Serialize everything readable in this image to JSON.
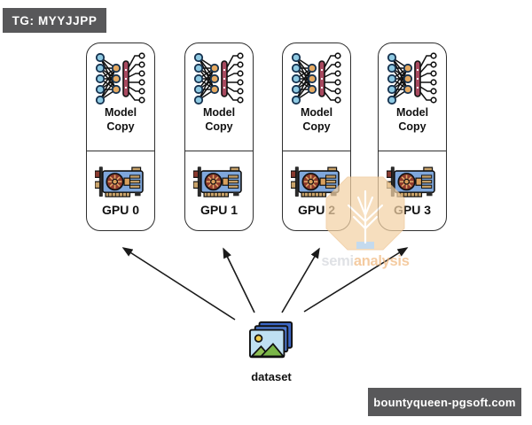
{
  "badges": {
    "top_left": "TG: MYYJJPP",
    "bottom_right": "bountyqueen-pgsoft.com"
  },
  "diagram": {
    "nodes": [
      {
        "model_label": "Model Copy",
        "gpu_label": "GPU 0"
      },
      {
        "model_label": "Model Copy",
        "gpu_label": "GPU 1"
      },
      {
        "model_label": "Model Copy",
        "gpu_label": "GPU 2"
      },
      {
        "model_label": "Model Copy",
        "gpu_label": "GPU 3"
      }
    ],
    "dataset_label": "dataset",
    "icons": {
      "model": "neural-network-icon",
      "gpu": "gpu-card-icon",
      "dataset": "image-stack-icon"
    }
  },
  "watermark": {
    "brand_light": "semi",
    "brand_accent": "analysis"
  },
  "colors": {
    "badge_bg": "#58585a",
    "box_border": "#2f2f2f",
    "arrow": "#1a1a1a",
    "node_blue": "#8ec9e2",
    "node_orange": "#e5a961",
    "bar_maroon": "#a8495f",
    "gpu_blue": "#7fa7dc",
    "accent_tan": "#c9a36a",
    "fan_maroon": "#8f3b2d",
    "watermark_fill": "#f3d2a6",
    "watermark_text_light": "#d3d6dc",
    "watermark_text_accent": "#f1b87e"
  }
}
